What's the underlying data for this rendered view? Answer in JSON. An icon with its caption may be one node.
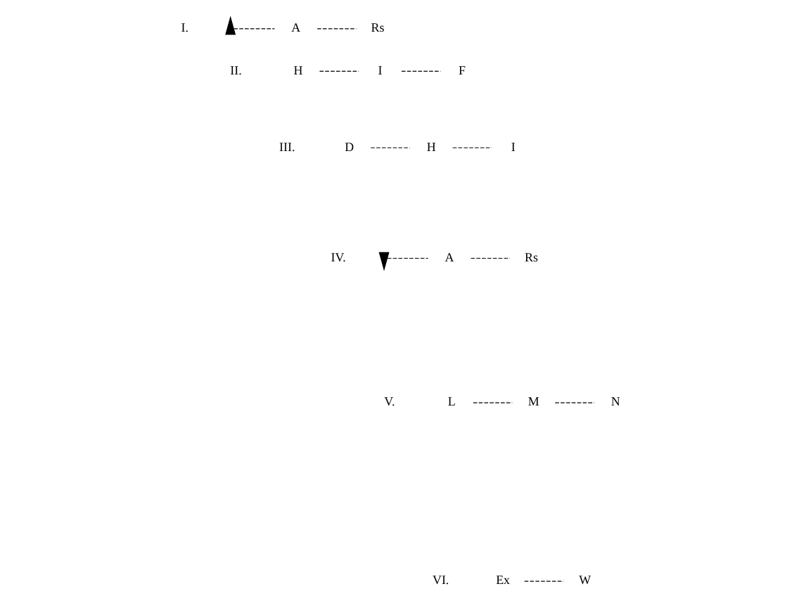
{
  "diagram": {
    "nodes": [
      {
        "text": [],
        "shape": "arrow"
      },
      {
        "text": [
          "A"
        ]
      },
      {
        "text": [
          "Rs"
        ]
      },
      {
        "text": [
          "H"
        ]
      },
      {
        "text": [
          "I"
        ]
      },
      {
        "text": [
          "F"
        ]
      },
      {
        "text": [
          "D"
        ]
      },
      {
        "text": [
          "H"
        ]
      },
      {
        "text": [
          "I"
        ]
      },
      {
        "text": [],
        "shape": "arrow"
      },
      {
        "text": [
          "A"
        ]
      },
      {
        "text": [
          "Rs"
        ]
      },
      {
        "text": [
          "L"
        ]
      },
      {
        "text": [
          "M"
        ]
      },
      {
        "text": [
          "N"
        ]
      },
      {
        "text": [
          "Ex"
        ]
      },
      {
        "text": [
          "W"
        ]
      }
    ],
    "edges": [
      {
        "from": 0,
        "to": 1,
        "arrow": "none",
        "style": "dashed"
      },
      {
        "from": 1,
        "to": 2,
        "arrow": "none",
        "style": "dashed"
      },
      {
        "from": 3,
        "to": 4,
        "arrow": "none",
        "style": "dashed"
      },
      {
        "from": 4,
        "to": 5,
        "arrow": "none",
        "style": "dashed"
      },
      {
        "from": 6,
        "to": 7,
        "arrow": "none",
        "style": "dashed"
      },
      {
        "from": 7,
        "to": 8,
        "arrow": "none",
        "style": "dashed"
      },
      {
        "from": 9,
        "to": 10,
        "arrow": "none",
        "style": "dashed"
      },
      {
        "from": 10,
        "to": 11,
        "arrow": "none",
        "style": "dashed"
      },
      {
        "from": 12,
        "to": 13,
        "arrow": "none",
        "style": "dashed"
      },
      {
        "from": 13,
        "to": 14,
        "arrow": "none",
        "style": "dashed"
      },
      {
        "from": 15,
        "to": 16,
        "arrow": "none",
        "style": "dashed"
      }
    ],
    "labels": [
      "I.",
      "II.",
      "III.",
      "IV.",
      "V.",
      "VI."
    ]
  }
}
